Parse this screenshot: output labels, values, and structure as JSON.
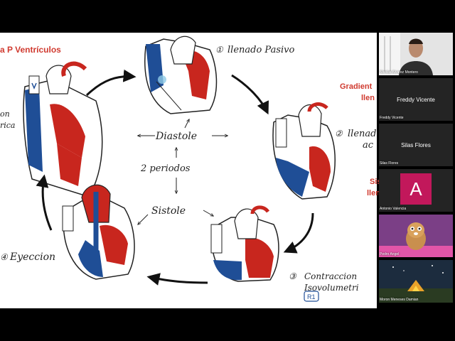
{
  "slide": {
    "title_fragment": "a P Ventrículos",
    "labels": {
      "llenado_pasivo_num": "①",
      "llenado_pasivo": "llenado Pasivo",
      "llenado_activo_num": "②",
      "llenado_activo_line1": "llenado",
      "llenado_activo_line2": "ac",
      "contraccion_num": "③",
      "contraccion_line1": "Contraccion",
      "contraccion_line2": "Isovolumetri",
      "eyeccion_num": "④",
      "eyeccion": "Eyeccion",
      "diastole": "Diastole",
      "dos_periodos": "2 periodos",
      "sistole": "Sistole",
      "left_fragment_1": "on",
      "left_fragment_2": "rica",
      "badge": "R1"
    }
  },
  "gallery": {
    "participants": [
      {
        "name": "Nicolas Alvarez Montero",
        "type": "video"
      },
      {
        "name": "Freddy Vicente",
        "center_label": "Freddy Vicente",
        "type": "name"
      },
      {
        "name": "Silas Flores",
        "center_label": "Silas Flores",
        "type": "name"
      },
      {
        "name": "Antonio Valencia",
        "avatar_letter": "A",
        "type": "avatar",
        "avatar_color": "#c2185b"
      },
      {
        "name": "Pedro Angel",
        "type": "image"
      },
      {
        "name": "Moron Meneses Damian",
        "type": "image"
      }
    ],
    "slide_peek": {
      "gradient_1": "Gradient",
      "gradient_2": "llen",
      "sis_1": "Sis",
      "sis_2": "llen"
    }
  },
  "colors": {
    "accent_red": "#d03a2f",
    "deoxy_blue": "#1f4e96",
    "avatar_pink": "#c2185b"
  }
}
